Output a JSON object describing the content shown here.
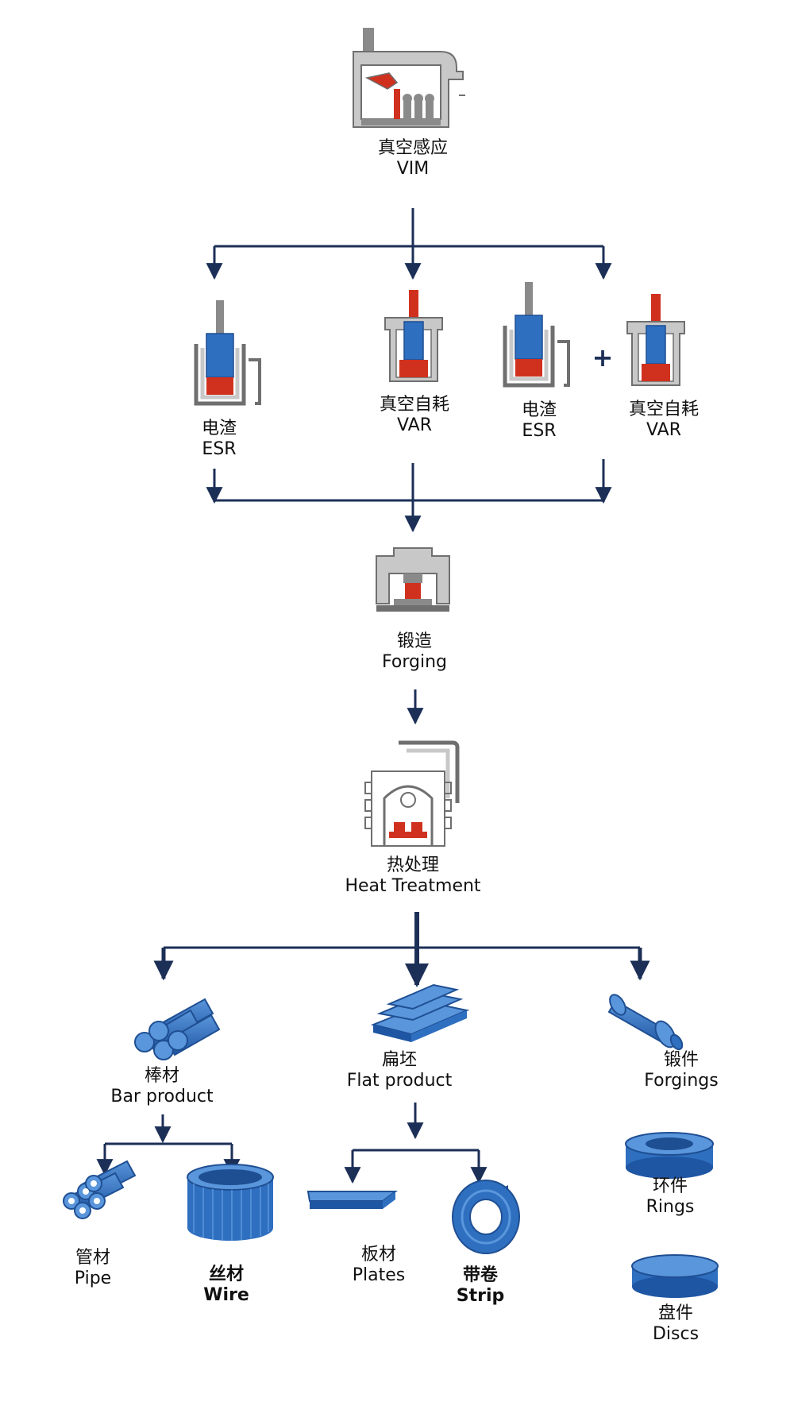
{
  "colors": {
    "arrow": "#1c2f57",
    "blue": "#2f6fc0",
    "blue_dark": "#1f4f93",
    "red": "#d0311e",
    "gray": "#c8c8c8",
    "gray_dark": "#6f6f6f"
  },
  "nodes": {
    "vim": {
      "zh": "真空感应",
      "en": "VIM"
    },
    "esr1": {
      "zh": "电渣",
      "en": "ESR"
    },
    "var1": {
      "zh": "真空自耗",
      "en": "VAR"
    },
    "esr2": {
      "zh": "电渣",
      "en": "ESR"
    },
    "plus": "+",
    "var2": {
      "zh": "真空自耗",
      "en": "VAR"
    },
    "forging": {
      "zh": "锻造",
      "en": "Forging"
    },
    "heat": {
      "zh": "热处理",
      "en": "Heat Treatment"
    },
    "bar": {
      "zh": "棒材",
      "en": "Bar product"
    },
    "flat": {
      "zh": "扁坯",
      "en": "Flat product"
    },
    "forgings": {
      "zh": "锻件",
      "en": "Forgings"
    },
    "pipe": {
      "zh": "管材",
      "en": "Pipe"
    },
    "wire": {
      "zh": "丝材",
      "en": "Wire"
    },
    "plates": {
      "zh": "板材",
      "en": "Plates"
    },
    "strip": {
      "zh": "带卷",
      "en": "Strip"
    },
    "rings": {
      "zh": "环件",
      "en": "Rings"
    },
    "discs": {
      "zh": "盘件",
      "en": "Discs"
    }
  },
  "icons": {
    "vim": "vim-furnace-icon",
    "esr": "esr-furnace-icon",
    "var": "var-furnace-icon",
    "forging": "forging-press-icon",
    "heat": "heat-treatment-furnace-icon",
    "bar": "bar-bundle-icon",
    "flat": "flat-slab-icon",
    "forgings": "forged-shaft-icon",
    "pipe": "pipe-bundle-icon",
    "wire": "wire-coil-icon",
    "plates": "plate-icon",
    "strip": "strip-coil-icon",
    "rings": "ring-icon",
    "discs": "disc-icon"
  }
}
